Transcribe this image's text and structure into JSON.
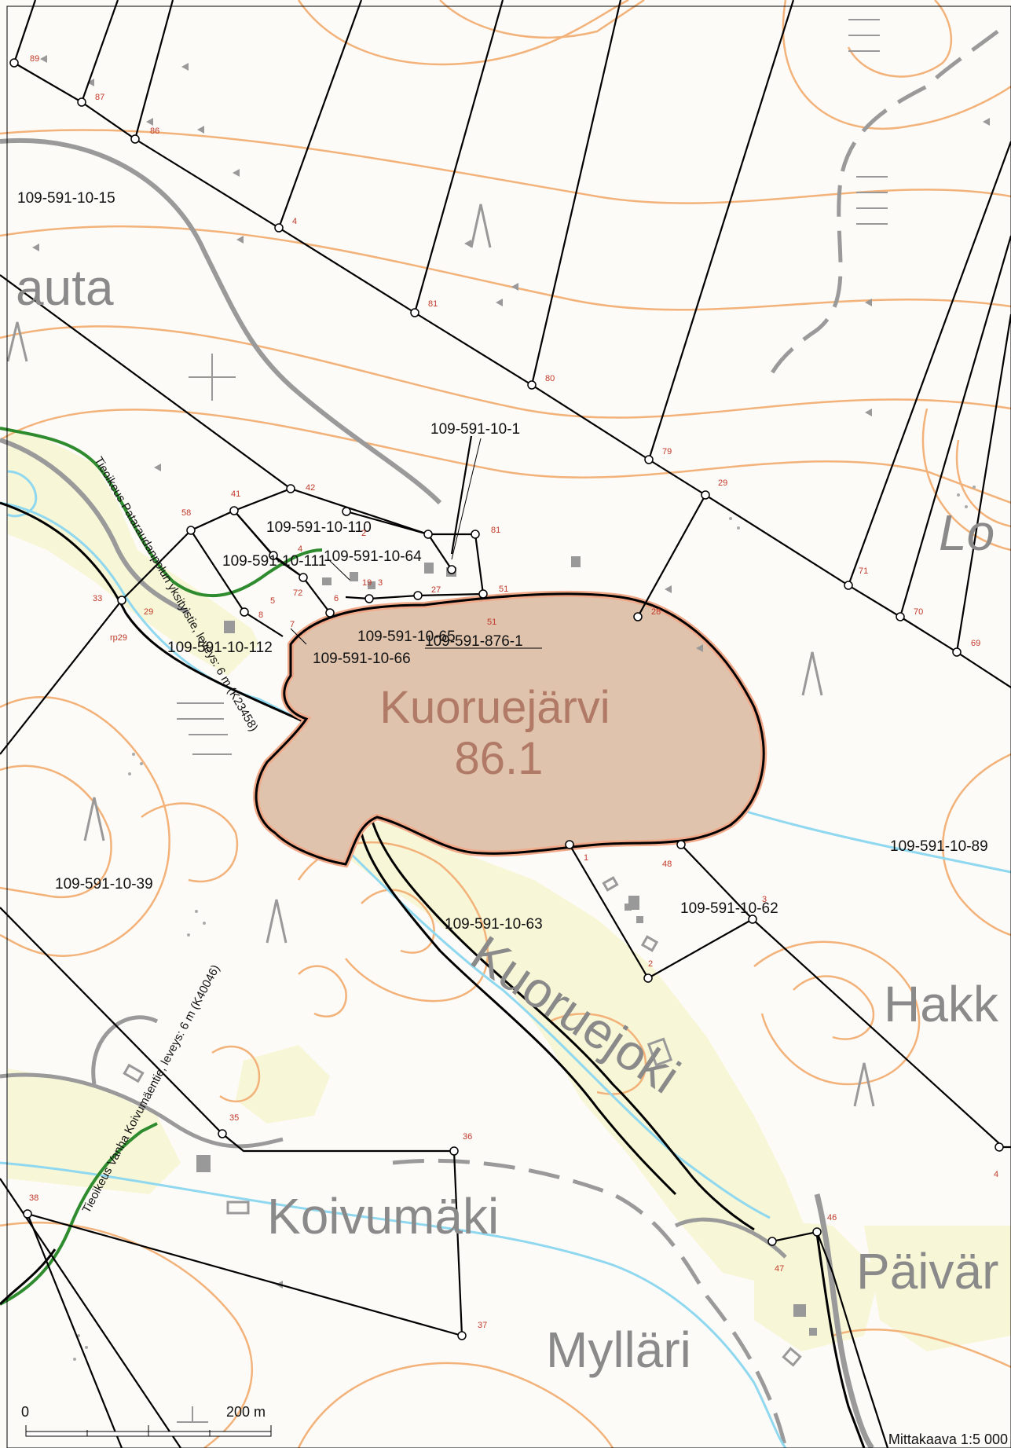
{
  "place_names": {
    "kuoruejarvi": "Kuoruejärvi",
    "lake_elevation": "86.1",
    "kuoruejoki": "Kuoruejoki",
    "koivumaki": "Koivumäki",
    "myllari": "Mylläri",
    "hakk": "Hakk",
    "paivar": "Päivär",
    "auta": "auta",
    "lo": "Lo"
  },
  "parcel_ids": {
    "p15": "109-591-10-15",
    "p1": "109-591-10-1",
    "p110": "109-591-10-110",
    "p111": "109-591-10-111",
    "p64": "109-591-10-64",
    "p65": "109-591-10-65",
    "p876": "109-591-876-1",
    "p112": "109-591-10-112",
    "p66": "109-591-10-66",
    "p89": "109-591-10-89",
    "p39": "109-591-10-39",
    "p63": "109-591-10-63",
    "p62": "109-591-10-62"
  },
  "road_labels": {
    "pataraudanpolku": "Tieoikeus Pataraudanpolun yksityistie, leveys: 6 m (K23458)",
    "vanha_koivumaentie": "Tieoikeus Vanha Koivumäentie, leveys: 6 m (K40046)"
  },
  "point_numbers": {
    "n89": "89",
    "n87": "87",
    "n86": "86",
    "n4a": "4",
    "n81a": "81",
    "n80": "80",
    "n79": "79",
    "n29a": "29",
    "n71": "71",
    "n70": "70",
    "n69": "69",
    "n42": "42",
    "n41": "41",
    "n58": "58",
    "n2a": "2",
    "n81b": "81",
    "n4b": "4",
    "n19": "19",
    "n3a": "3",
    "n27": "27",
    "n51a": "51",
    "n51b": "51",
    "n72": "72",
    "n5": "5",
    "n8": "8",
    "n7": "7",
    "n6": "6",
    "n33": "33",
    "n29b": "29",
    "rp29": "rp29",
    "n28": "28",
    "n1": "1",
    "n48": "48",
    "n3b": "3",
    "n2b": "2",
    "n35": "35",
    "n36": "36",
    "n38": "38",
    "n37": "37",
    "n46": "46",
    "n47": "47",
    "n4c": "4"
  },
  "scale": {
    "zero": "0",
    "length": "200 m",
    "ratio": "Mittakaava 1:5 000"
  },
  "colors": {
    "contour": "#f2b27a",
    "field": "#f7f6d6",
    "lake_fill": "#dfc3ad",
    "lake_edge": "#f1a98a",
    "water_line": "#8fd8f0",
    "road": "#9a9a9a",
    "right_of_way": "#2e8b2e",
    "parcel_border": "#000000"
  }
}
